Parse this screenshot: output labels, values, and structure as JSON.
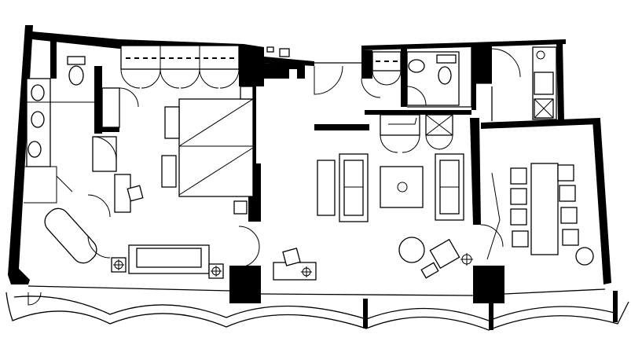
{
  "diagram": {
    "kind": "floor-plan",
    "colors": {
      "wall": "#000000",
      "background": "#ffffff"
    },
    "rooms": [
      "bathroom",
      "bedroom",
      "living-room",
      "powder-room",
      "kitchen",
      "dining-room",
      "terrace"
    ]
  }
}
